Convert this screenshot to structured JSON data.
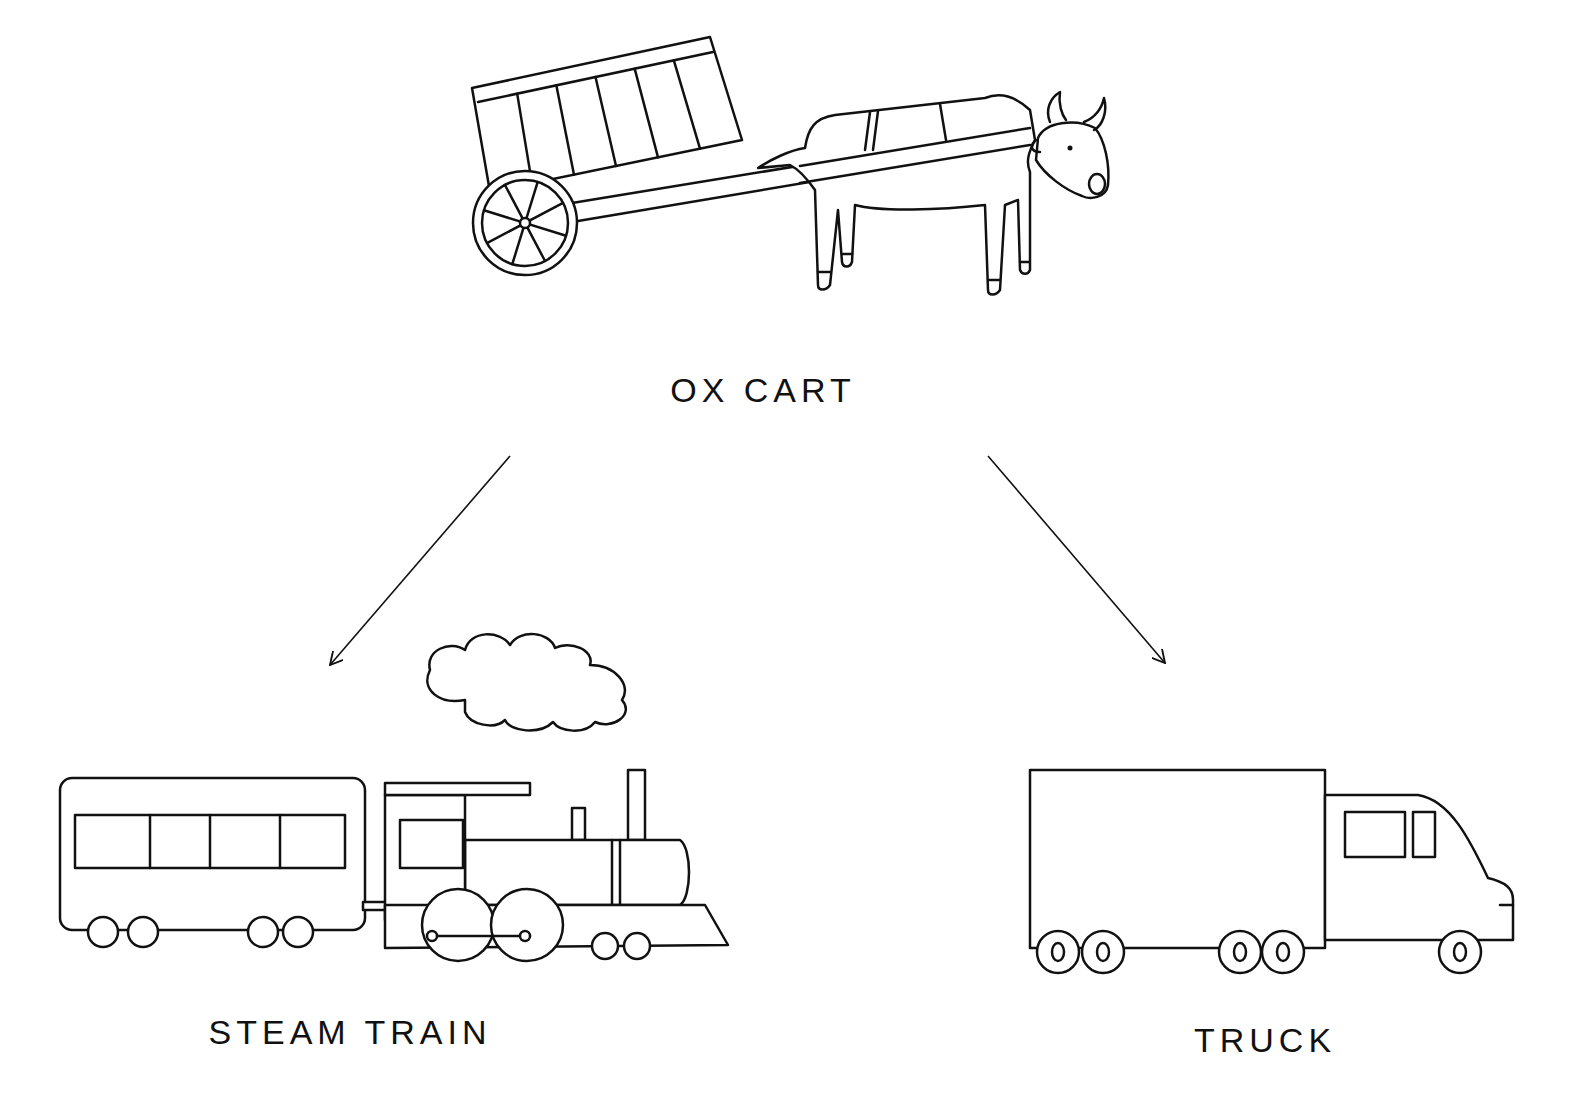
{
  "diagram": {
    "nodes": [
      {
        "text": [
          "OX CART"
        ]
      },
      {
        "text": [
          "STEAM TRAIN"
        ]
      },
      {
        "text": [
          "TRUCK"
        ]
      }
    ],
    "edges": [
      {
        "from": 0,
        "to": 1,
        "arrow": "to"
      },
      {
        "from": 0,
        "to": 2,
        "arrow": "to"
      }
    ]
  }
}
